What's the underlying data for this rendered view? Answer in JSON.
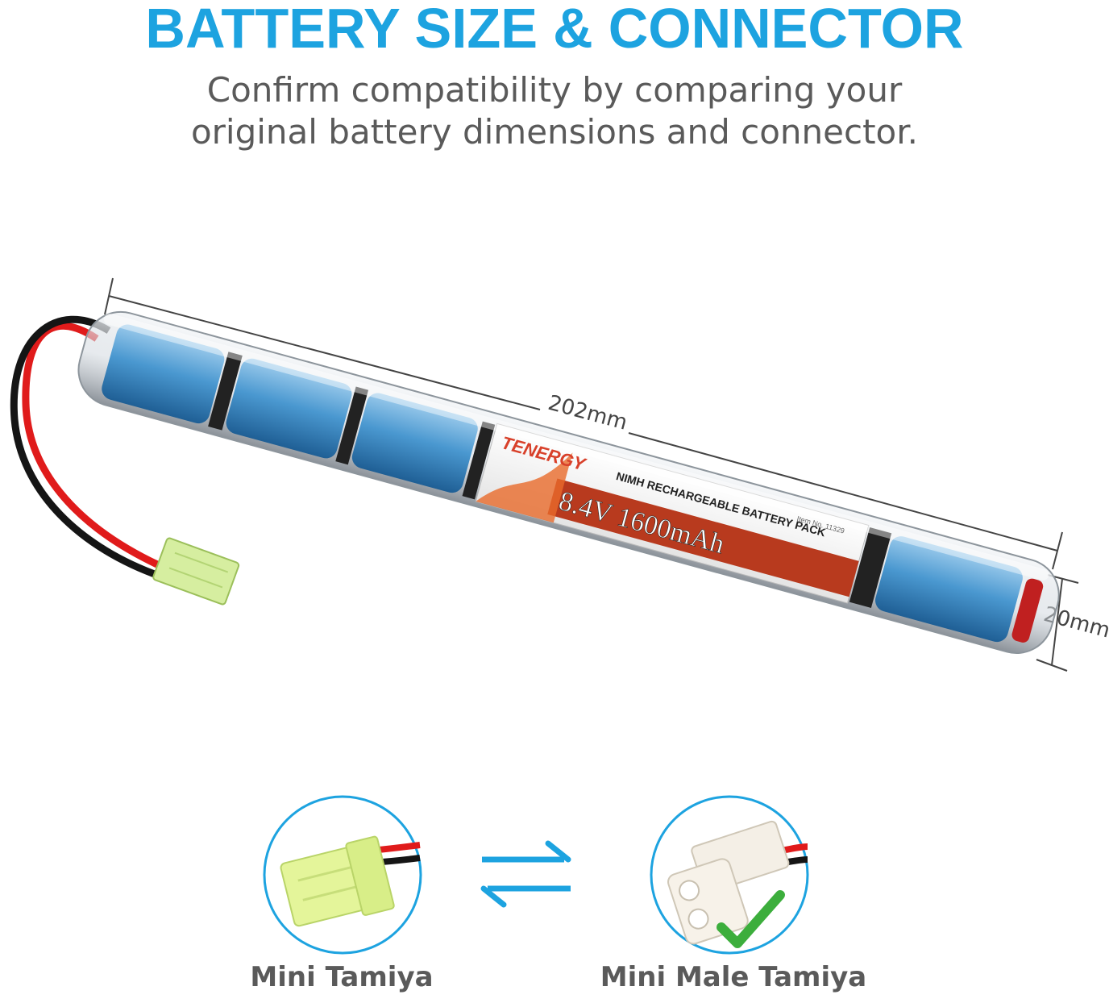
{
  "header": {
    "title": "BATTERY SIZE & CONNECTOR",
    "subtitle_line1": "Confirm compatibility by comparing your",
    "subtitle_line2": "original battery dimensions and connector."
  },
  "battery": {
    "brand": "TENERGY",
    "type_label": "NIMH RECHARGEABLE BATTERY PACK",
    "spec_label": "8.4V 1600mAh",
    "item_no": "Item No. 11329",
    "length_label": "202mm",
    "diameter_label": "20mm"
  },
  "connectors": {
    "left_label": "Mini Tamiya",
    "right_label": "Mini Male Tamiya",
    "swap_icon": "bidirectional-arrows-icon",
    "check_icon": "checkmark-icon"
  },
  "colors": {
    "accent": "#1da3e0",
    "text_gray": "#5a5a5a",
    "check_green": "#3cae3c",
    "wire_red": "#e01b1b",
    "cell_blue": "#4a98d0"
  }
}
